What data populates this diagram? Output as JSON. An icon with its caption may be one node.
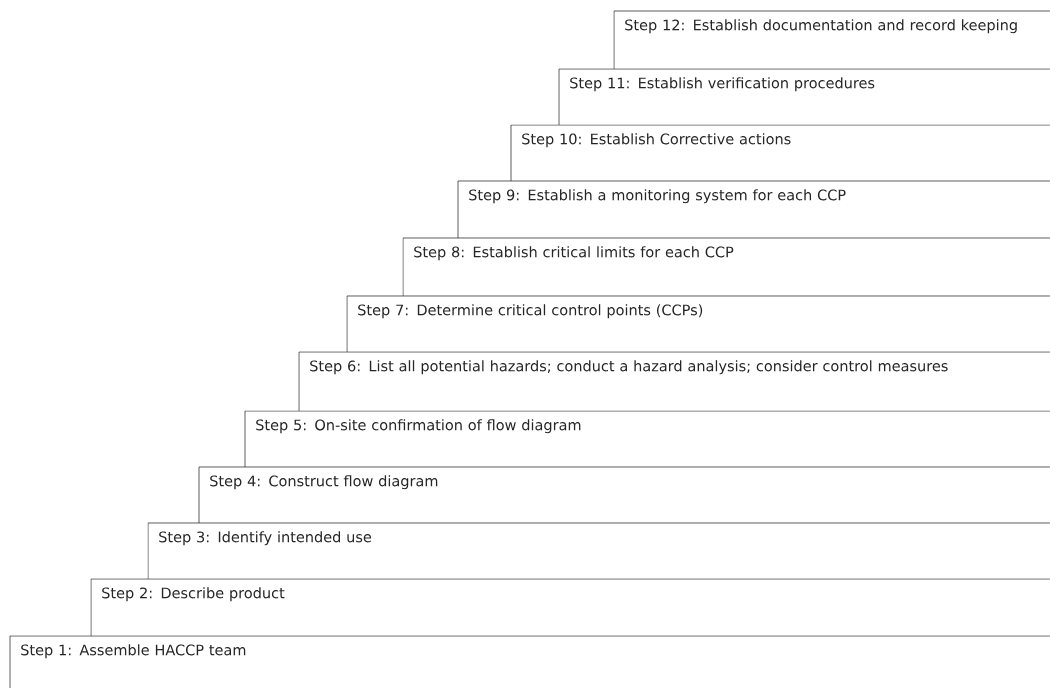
{
  "diagram": {
    "nodes": [
      {
        "text": [
          "Step 1: Assemble HACCP team"
        ]
      },
      {
        "text": [
          "Step 2: Describe product"
        ]
      },
      {
        "text": [
          "Step 3: Identify intended use"
        ]
      },
      {
        "text": [
          "Step 4: Construct flow diagram"
        ]
      },
      {
        "text": [
          "Step 5: On-site confirmation of flow diagram"
        ]
      },
      {
        "text": [
          "Step 6: List all potential hazards; conduct a hazard analysis; consider control measures"
        ]
      },
      {
        "text": [
          "Step 7: Determine critical control points (CCPs)"
        ]
      },
      {
        "text": [
          "Step 8: Establish critical limits for each CCP"
        ]
      },
      {
        "text": [
          "Step 9: Establish a monitoring system for each CCP"
        ]
      },
      {
        "text": [
          "Step 10: Establish Corrective actions"
        ]
      },
      {
        "text": [
          "Step 11: Establish verification procedures"
        ]
      },
      {
        "text": [
          "Step 12: Establish documentation and record keeping"
        ]
      }
    ]
  }
}
